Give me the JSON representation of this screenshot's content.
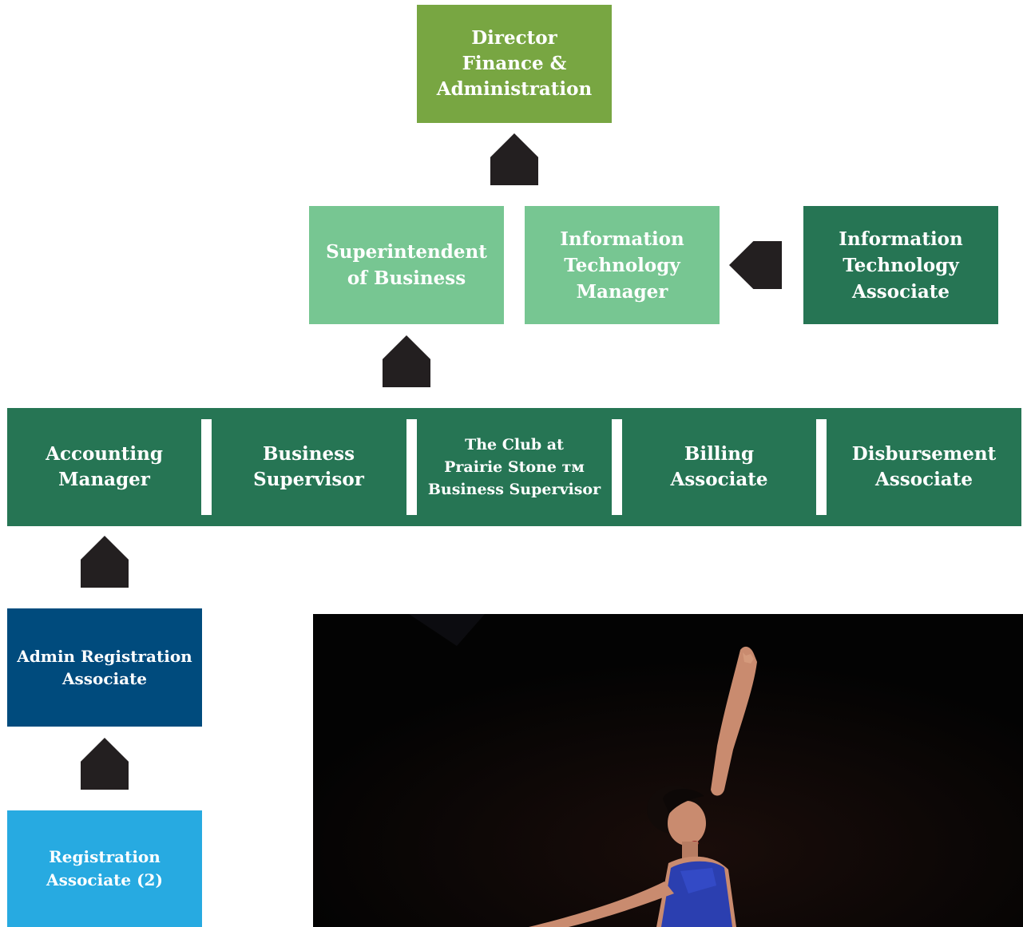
{
  "colors": {
    "director": "#78a642",
    "light_green": "#77c692",
    "dark_green": "#267554",
    "navy": "#004b7d",
    "sky": "#27aae1",
    "arrow": "#231f20"
  },
  "director": {
    "label": "Director\nFinance &\nAdministration"
  },
  "superintendent": {
    "label": "Superintendent\nof Business"
  },
  "it_manager": {
    "label": "Information\nTechnology\nManager"
  },
  "it_associate": {
    "label": "Information\nTechnology\nAssociate"
  },
  "department_row": [
    {
      "label": "Accounting\nManager"
    },
    {
      "label": "Business\nSupervisor"
    },
    {
      "label": "The Club at\nPrairie Stone ᴛᴍ\nBusiness Supervisor"
    },
    {
      "label": "Billing\nAssociate"
    },
    {
      "label": "Disbursement\nAssociate"
    }
  ],
  "admin_registration": {
    "label": "Admin Registration\nAssociate"
  },
  "registration": {
    "label": "Registration\nAssociate (2)"
  },
  "arrow_icons": [
    "arrow-up-icon",
    "arrow-left-icon"
  ],
  "photo": {
    "subject": "dancer-photo"
  }
}
